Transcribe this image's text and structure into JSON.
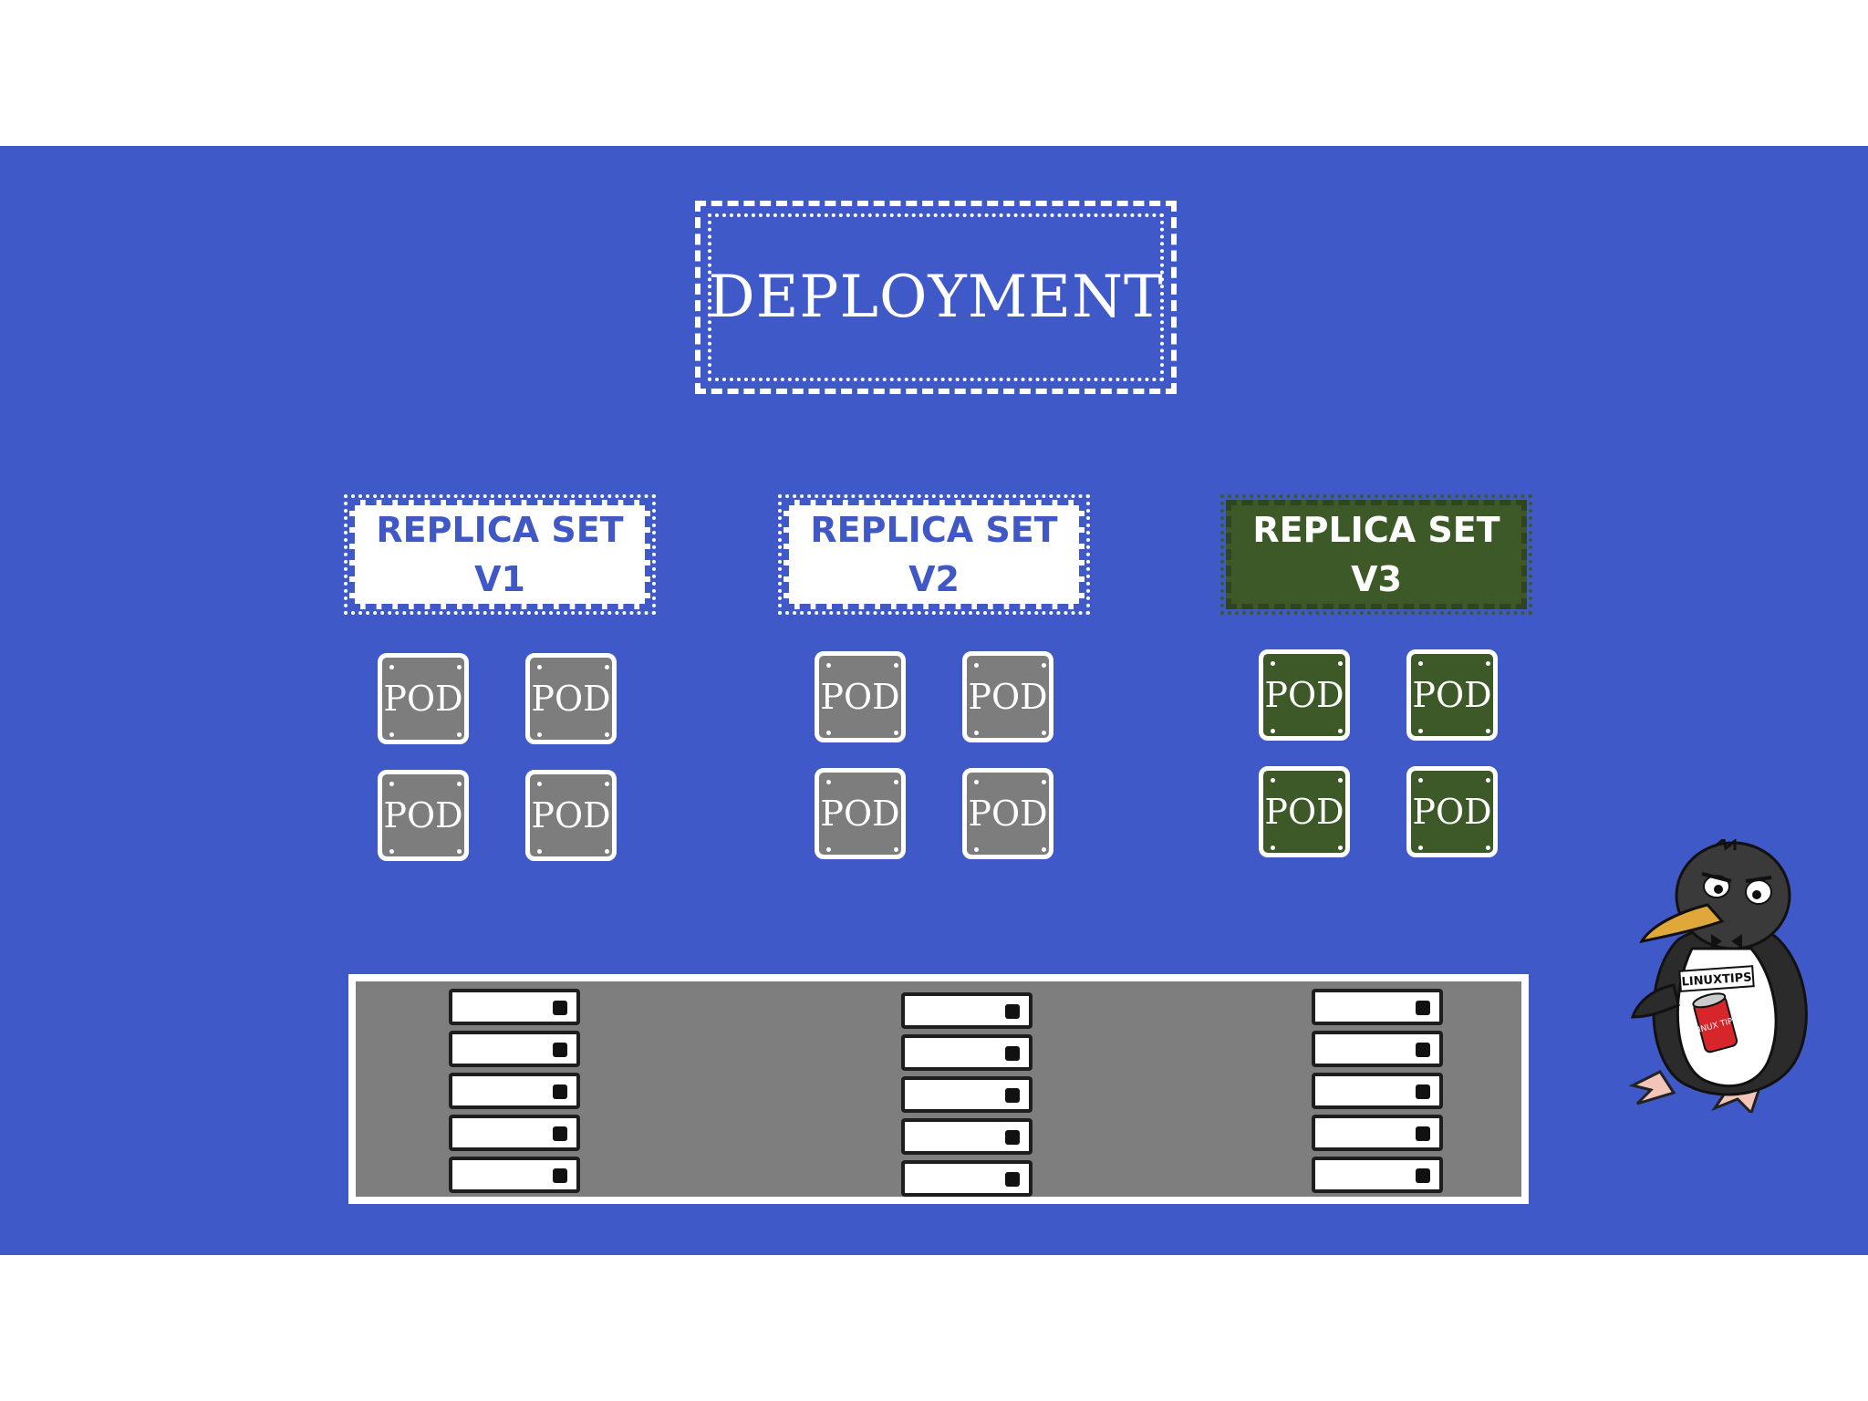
{
  "deployment": {
    "title": "DEPLOYMENT"
  },
  "replica_sets": [
    {
      "line1": "REPLICA SET",
      "line2": "V1",
      "pods": [
        "POD",
        "POD",
        "POD",
        "POD"
      ]
    },
    {
      "line1": "REPLICA SET",
      "line2": "V2",
      "pods": [
        "POD",
        "POD",
        "POD",
        "POD"
      ]
    },
    {
      "line1": "REPLICA SET",
      "line2": "V3",
      "pods": [
        "POD",
        "POD",
        "POD",
        "POD"
      ]
    }
  ],
  "mascot": {
    "apron_text": "LINUXTIPS",
    "can_text": "LINUX TIPS"
  },
  "colors": {
    "background": "#4059c8",
    "replica_set_v3": "#3c5927",
    "pod_grey": "#7d7d7d",
    "pod_green": "#3c5927",
    "rack": "#7e7e7e"
  }
}
